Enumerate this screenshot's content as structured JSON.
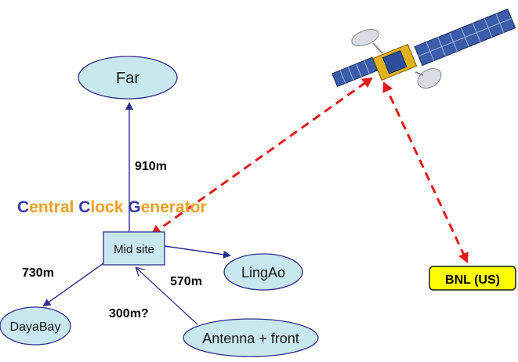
{
  "nodes": {
    "far": "Far",
    "mid_site": "Mid site",
    "lingao": "LingAo",
    "dayabay": "DayaBay",
    "antenna": "Antenna + front",
    "bnl": "BNL (US)"
  },
  "distances": {
    "far": "910m",
    "dayabay": "730m",
    "lingao": "570m",
    "antenna": "300m?"
  },
  "title": {
    "c1": "C",
    "r1": "entral ",
    "c2": "C",
    "r2": "lock ",
    "c3": "G",
    "r3": "enerator"
  },
  "colors": {
    "ellipse_fill": "#c9e7ee",
    "edge": "#2e2e8c",
    "title_initial": "#3838a8",
    "title_rest": "#f0a01e",
    "dashed": "#e31b1b",
    "bnl_fill": "#ffff00"
  }
}
